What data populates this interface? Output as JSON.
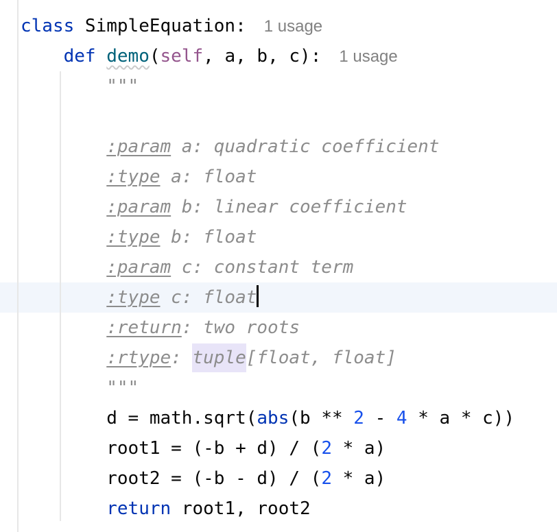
{
  "colors": {
    "background": "#FFFFFF",
    "text": "#070707",
    "keyword": "#0033B3",
    "function_name": "#00627A",
    "self_param": "#94558D",
    "number": "#1750EB",
    "builtin": "#0033B3",
    "docstring": "#8C8C8C",
    "usage_hint": "#818181",
    "current_line_bg": "#F2F6FC",
    "identifier_highlight_bg": "#E8E4F8",
    "indent_guide": "#E7E7E7",
    "squiggle": "#CBCBCB",
    "caret": "#000000"
  },
  "editor": {
    "language": "Python",
    "caret_line_index": 9,
    "usage_hint_label": "1 usage",
    "lines": [
      {
        "name": "line-class-declaration",
        "segments": [
          {
            "t": "class",
            "s": "kw"
          },
          {
            "t": " SimpleEquation:",
            "s": "plain"
          },
          {
            "t": "1 usage",
            "s": "hint"
          }
        ]
      },
      {
        "name": "line-def-demo",
        "segments": [
          {
            "t": "    ",
            "s": "plain"
          },
          {
            "t": "def",
            "s": "kw"
          },
          {
            "t": " ",
            "s": "plain"
          },
          {
            "t": "demo",
            "s": "fn"
          },
          {
            "t": "(",
            "s": "plain"
          },
          {
            "t": "self",
            "s": "self"
          },
          {
            "t": ", a, b, c):",
            "s": "plain"
          },
          {
            "t": "1 usage",
            "s": "hint"
          }
        ]
      },
      {
        "name": "line-docstring-open",
        "segments": [
          {
            "t": "        ",
            "s": "plain"
          },
          {
            "t": "\"\"\"",
            "s": "doc"
          }
        ]
      },
      {
        "name": "line-blank",
        "segments": []
      },
      {
        "name": "line-param-a",
        "segments": [
          {
            "t": "        ",
            "s": "plain"
          },
          {
            "t": ":param",
            "s": "doctag"
          },
          {
            "t": " a: quadratic coefficient",
            "s": "doc"
          }
        ]
      },
      {
        "name": "line-type-a",
        "segments": [
          {
            "t": "        ",
            "s": "plain"
          },
          {
            "t": ":type",
            "s": "doctag"
          },
          {
            "t": " a: float",
            "s": "doc"
          }
        ]
      },
      {
        "name": "line-param-b",
        "segments": [
          {
            "t": "        ",
            "s": "plain"
          },
          {
            "t": ":param",
            "s": "doctag"
          },
          {
            "t": " b: linear coefficient",
            "s": "doc"
          }
        ]
      },
      {
        "name": "line-type-b",
        "segments": [
          {
            "t": "        ",
            "s": "plain"
          },
          {
            "t": ":type",
            "s": "doctag"
          },
          {
            "t": " b: float",
            "s": "doc"
          }
        ]
      },
      {
        "name": "line-param-c",
        "segments": [
          {
            "t": "        ",
            "s": "plain"
          },
          {
            "t": ":param",
            "s": "doctag"
          },
          {
            "t": " c: constant term",
            "s": "doc"
          }
        ]
      },
      {
        "name": "line-type-c",
        "current": true,
        "segments": [
          {
            "t": "        ",
            "s": "plain"
          },
          {
            "t": ":type",
            "s": "doctag"
          },
          {
            "t": " c: float",
            "s": "doc"
          },
          {
            "t": "",
            "s": "caret"
          }
        ]
      },
      {
        "name": "line-return-doc",
        "segments": [
          {
            "t": "        ",
            "s": "plain"
          },
          {
            "t": ":return",
            "s": "doctag"
          },
          {
            "t": ": two roots",
            "s": "doc"
          }
        ]
      },
      {
        "name": "line-rtype-doc",
        "segments": [
          {
            "t": "        ",
            "s": "plain"
          },
          {
            "t": ":rtype",
            "s": "doctag"
          },
          {
            "t": ": ",
            "s": "doc"
          },
          {
            "t": "tuple",
            "s": "dochl"
          },
          {
            "t": "[float, float]",
            "s": "doc"
          }
        ]
      },
      {
        "name": "line-docstring-close",
        "segments": [
          {
            "t": "        ",
            "s": "plain"
          },
          {
            "t": "\"\"\"",
            "s": "doc"
          }
        ]
      },
      {
        "name": "line-calc-d",
        "segments": [
          {
            "t": "        ",
            "s": "plain"
          },
          {
            "t": "d = math.sqrt(",
            "s": "plain"
          },
          {
            "t": "abs",
            "s": "builtin"
          },
          {
            "t": "(b ** ",
            "s": "plain"
          },
          {
            "t": "2",
            "s": "num"
          },
          {
            "t": " - ",
            "s": "plain"
          },
          {
            "t": "4",
            "s": "num"
          },
          {
            "t": " * a * c))",
            "s": "plain"
          }
        ]
      },
      {
        "name": "line-root1",
        "segments": [
          {
            "t": "        ",
            "s": "plain"
          },
          {
            "t": "root1 = (-b + d) / (",
            "s": "plain"
          },
          {
            "t": "2",
            "s": "num"
          },
          {
            "t": " * a)",
            "s": "plain"
          }
        ]
      },
      {
        "name": "line-root2",
        "segments": [
          {
            "t": "        ",
            "s": "plain"
          },
          {
            "t": "root2 = (-b - d) / (",
            "s": "plain"
          },
          {
            "t": "2",
            "s": "num"
          },
          {
            "t": " * a)",
            "s": "plain"
          }
        ]
      },
      {
        "name": "line-return-statement",
        "segments": [
          {
            "t": "        ",
            "s": "plain"
          },
          {
            "t": "return",
            "s": "kw"
          },
          {
            "t": " root1, root2",
            "s": "plain"
          }
        ]
      }
    ]
  }
}
